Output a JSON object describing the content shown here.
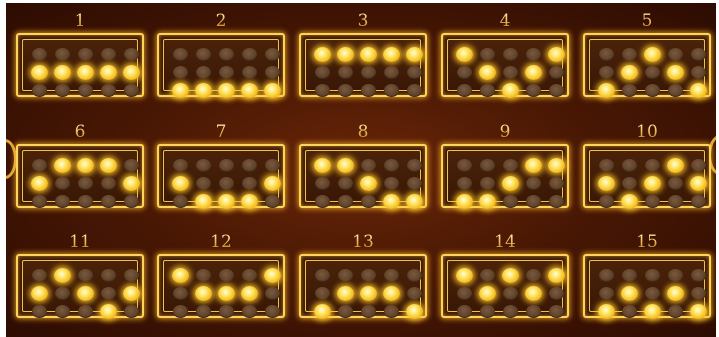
{
  "paylines": [
    {
      "number": "1",
      "pattern": [
        [
          0,
          0,
          0,
          0,
          0
        ],
        [
          1,
          1,
          1,
          1,
          1
        ],
        [
          0,
          0,
          0,
          0,
          0
        ]
      ]
    },
    {
      "number": "2",
      "pattern": [
        [
          0,
          0,
          0,
          0,
          0
        ],
        [
          0,
          0,
          0,
          0,
          0
        ],
        [
          1,
          1,
          1,
          1,
          1
        ]
      ]
    },
    {
      "number": "3",
      "pattern": [
        [
          1,
          1,
          1,
          1,
          1
        ],
        [
          0,
          0,
          0,
          0,
          0
        ],
        [
          0,
          0,
          0,
          0,
          0
        ]
      ]
    },
    {
      "number": "4",
      "pattern": [
        [
          1,
          0,
          0,
          0,
          1
        ],
        [
          0,
          1,
          0,
          1,
          0
        ],
        [
          0,
          0,
          1,
          0,
          0
        ]
      ]
    },
    {
      "number": "5",
      "pattern": [
        [
          0,
          0,
          1,
          0,
          0
        ],
        [
          0,
          1,
          0,
          1,
          0
        ],
        [
          1,
          0,
          0,
          0,
          1
        ]
      ]
    },
    {
      "number": "6",
      "pattern": [
        [
          0,
          1,
          1,
          1,
          0
        ],
        [
          1,
          0,
          0,
          0,
          1
        ],
        [
          0,
          0,
          0,
          0,
          0
        ]
      ]
    },
    {
      "number": "7",
      "pattern": [
        [
          0,
          0,
          0,
          0,
          0
        ],
        [
          1,
          0,
          0,
          0,
          1
        ],
        [
          0,
          1,
          1,
          1,
          0
        ]
      ]
    },
    {
      "number": "8",
      "pattern": [
        [
          1,
          1,
          0,
          0,
          0
        ],
        [
          0,
          0,
          1,
          0,
          0
        ],
        [
          0,
          0,
          0,
          1,
          1
        ]
      ]
    },
    {
      "number": "9",
      "pattern": [
        [
          0,
          0,
          0,
          1,
          1
        ],
        [
          0,
          0,
          1,
          0,
          0
        ],
        [
          1,
          1,
          0,
          0,
          0
        ]
      ]
    },
    {
      "number": "10",
      "pattern": [
        [
          0,
          0,
          0,
          1,
          0
        ],
        [
          1,
          0,
          1,
          0,
          1
        ],
        [
          0,
          1,
          0,
          0,
          0
        ]
      ]
    },
    {
      "number": "11",
      "pattern": [
        [
          0,
          1,
          0,
          0,
          0
        ],
        [
          1,
          0,
          1,
          0,
          1
        ],
        [
          0,
          0,
          0,
          1,
          0
        ]
      ]
    },
    {
      "number": "12",
      "pattern": [
        [
          1,
          0,
          0,
          0,
          1
        ],
        [
          0,
          1,
          1,
          1,
          0
        ],
        [
          0,
          0,
          0,
          0,
          0
        ]
      ]
    },
    {
      "number": "13",
      "pattern": [
        [
          0,
          0,
          0,
          0,
          0
        ],
        [
          0,
          1,
          1,
          1,
          0
        ],
        [
          1,
          0,
          0,
          0,
          1
        ]
      ]
    },
    {
      "number": "14",
      "pattern": [
        [
          1,
          0,
          1,
          0,
          1
        ],
        [
          0,
          1,
          0,
          1,
          0
        ],
        [
          0,
          0,
          0,
          0,
          0
        ]
      ]
    },
    {
      "number": "15",
      "pattern": [
        [
          0,
          0,
          0,
          0,
          0
        ],
        [
          0,
          1,
          0,
          1,
          0
        ],
        [
          1,
          0,
          1,
          0,
          1
        ]
      ]
    }
  ],
  "colors": {
    "background": "#4a1804",
    "frame_gold": "#ffd35a",
    "lit_dot": "#ffe76a",
    "unlit_dot": "#5a3d27"
  }
}
